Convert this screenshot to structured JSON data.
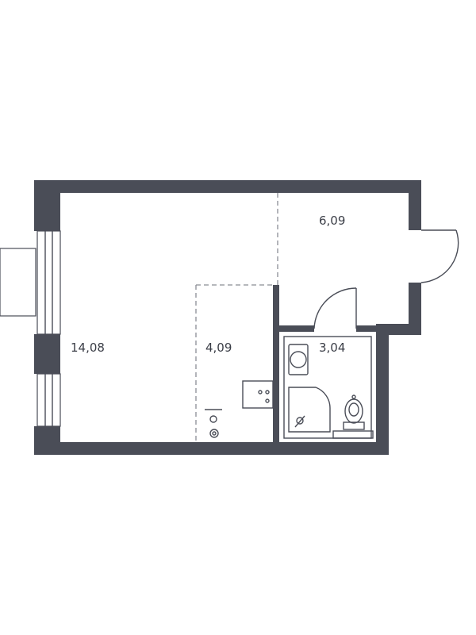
{
  "colors": {
    "wall": "#4a4d57",
    "line": "#4a4d57",
    "dash": "#8a8d95",
    "text": "#3b3e47",
    "background": "#ffffff"
  },
  "rooms": [
    {
      "id": "living-room",
      "area": "14,08"
    },
    {
      "id": "kitchen-zone",
      "area": "4,09"
    },
    {
      "id": "hallway",
      "area": "6,09"
    },
    {
      "id": "bathroom",
      "area": "3,04"
    }
  ],
  "fixtures": [
    "sink-icon",
    "bathtub-icon",
    "toilet-icon",
    "stove-icon",
    "kitchen-sink-icon",
    "entrance-door",
    "bathroom-door",
    "window"
  ]
}
